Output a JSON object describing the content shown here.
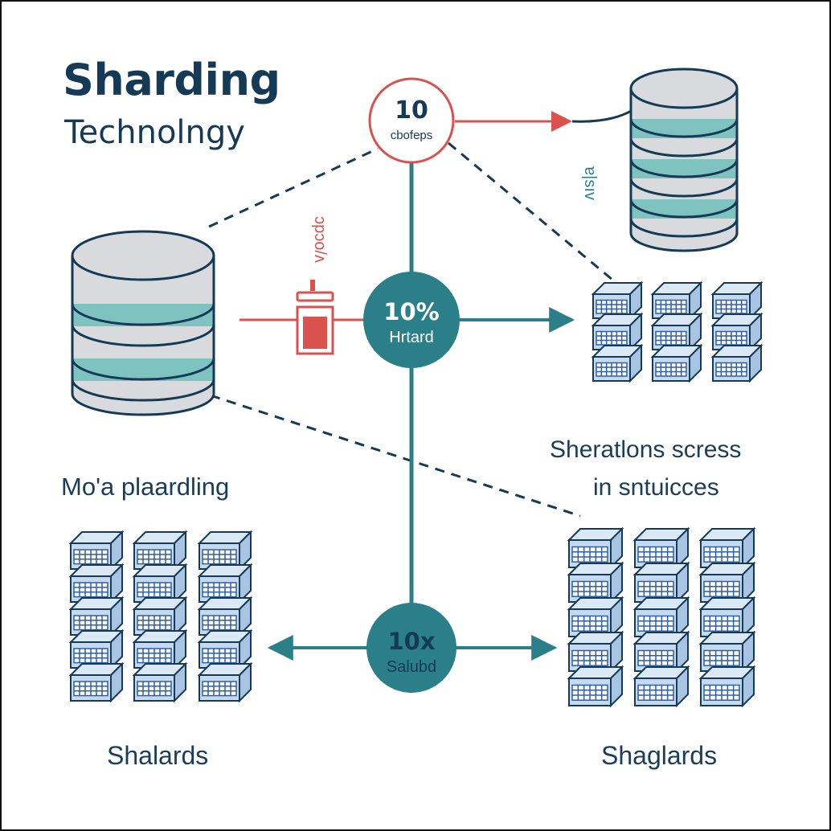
{
  "header": {
    "title": "Sharding",
    "subtitle": "Technolngy"
  },
  "nodes": {
    "top": {
      "value": "10",
      "label": "cbofeps"
    },
    "middle": {
      "value": "10%",
      "label": "Hrtard"
    },
    "bottom": {
      "value": "10x",
      "label": "Salubd"
    }
  },
  "labels": {
    "left_db_vertical": "ɔpɔo/ʌ",
    "right_db_vertical": "ɐ|sıv",
    "left_caption": "Mo'a plaardling",
    "right_caption_line1": "Sheratlons scress",
    "right_caption_line2": "in sntuicces",
    "bottom_left": "Shalards",
    "bottom_right": "Shaglards"
  },
  "colors": {
    "navy": "#143a55",
    "teal": "#2b7f88",
    "teal_light": "#7fc3c1",
    "red": "#d9524e",
    "cylinder_fill": "#d8dadd",
    "server_fill": "#c5daf0",
    "server_grid": "#2f5fa4"
  },
  "icons": [
    "database-icon",
    "server-rack-icon",
    "lock-icon"
  ]
}
